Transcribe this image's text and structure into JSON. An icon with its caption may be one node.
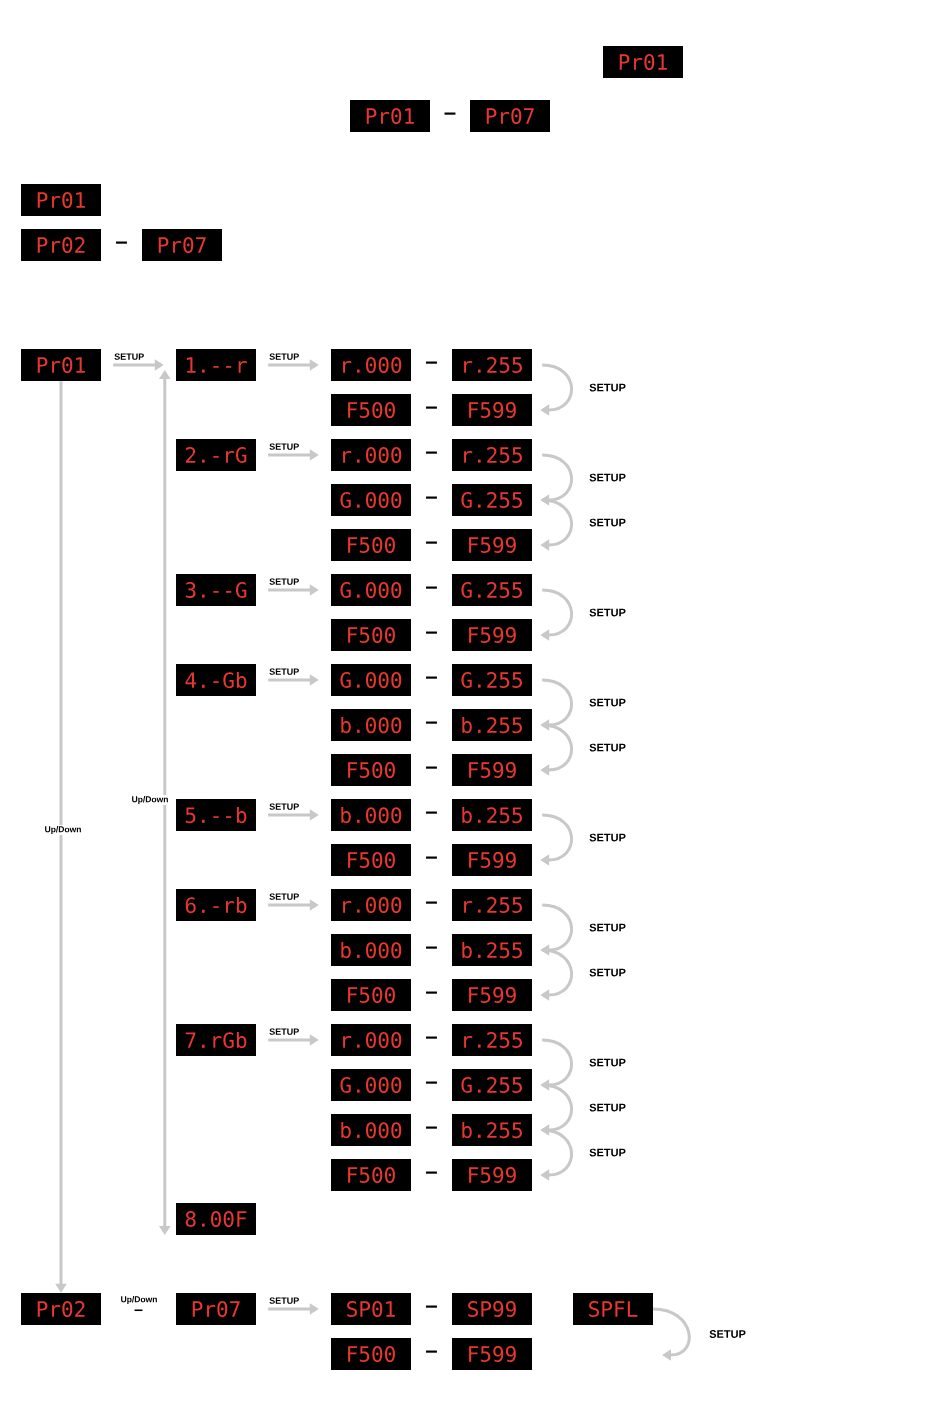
{
  "diagram": {
    "nodes": [
      {
        "text": [
          "Pr01"
        ]
      },
      {
        "text": [
          "Pr01"
        ]
      },
      {
        "text": [
          "Pr07"
        ]
      },
      {
        "text": [
          "Pr01"
        ]
      },
      {
        "text": [
          "Pr02"
        ]
      },
      {
        "text": [
          "Pr07"
        ]
      },
      {
        "text": [
          "Pr01"
        ]
      },
      {
        "text": [
          "1.--r"
        ]
      },
      {
        "text": [
          "r.000"
        ]
      },
      {
        "text": [
          "r.255"
        ]
      },
      {
        "text": [
          "F500"
        ]
      },
      {
        "text": [
          "F599"
        ]
      },
      {
        "text": [
          "2.-rG"
        ]
      },
      {
        "text": [
          "r.000"
        ]
      },
      {
        "text": [
          "r.255"
        ]
      },
      {
        "text": [
          "G.000"
        ]
      },
      {
        "text": [
          "G.255"
        ]
      },
      {
        "text": [
          "F500"
        ]
      },
      {
        "text": [
          "F599"
        ]
      },
      {
        "text": [
          "3.--G"
        ]
      },
      {
        "text": [
          "G.000"
        ]
      },
      {
        "text": [
          "G.255"
        ]
      },
      {
        "text": [
          "F500"
        ]
      },
      {
        "text": [
          "F599"
        ]
      },
      {
        "text": [
          "4.-Gb"
        ]
      },
      {
        "text": [
          "G.000"
        ]
      },
      {
        "text": [
          "G.255"
        ]
      },
      {
        "text": [
          "b.000"
        ]
      },
      {
        "text": [
          "b.255"
        ]
      },
      {
        "text": [
          "F500"
        ]
      },
      {
        "text": [
          "F599"
        ]
      },
      {
        "text": [
          "5.--b"
        ]
      },
      {
        "text": [
          "b.000"
        ]
      },
      {
        "text": [
          "b.255"
        ]
      },
      {
        "text": [
          "F500"
        ]
      },
      {
        "text": [
          "F599"
        ]
      },
      {
        "text": [
          "6.-rb"
        ]
      },
      {
        "text": [
          "r.000"
        ]
      },
      {
        "text": [
          "r.255"
        ]
      },
      {
        "text": [
          "b.000"
        ]
      },
      {
        "text": [
          "b.255"
        ]
      },
      {
        "text": [
          "F500"
        ]
      },
      {
        "text": [
          "F599"
        ]
      },
      {
        "text": [
          "7.rGb"
        ]
      },
      {
        "text": [
          "r.000"
        ]
      },
      {
        "text": [
          "r.255"
        ]
      },
      {
        "text": [
          "G.000"
        ]
      },
      {
        "text": [
          "G.255"
        ]
      },
      {
        "text": [
          "b.000"
        ]
      },
      {
        "text": [
          "b.255"
        ]
      },
      {
        "text": [
          "F500"
        ]
      },
      {
        "text": [
          "F599"
        ]
      },
      {
        "text": [
          "8.00F"
        ]
      },
      {
        "text": [
          "Pr02"
        ]
      },
      {
        "text": [
          "Pr07"
        ]
      },
      {
        "text": [
          "SP01"
        ]
      },
      {
        "text": [
          "SP99"
        ]
      },
      {
        "text": [
          "SPFL"
        ]
      },
      {
        "text": [
          "F500"
        ]
      },
      {
        "text": [
          "F599"
        ]
      }
    ],
    "edges": [
      {
        "from": 6,
        "to": 7,
        "arrow": "to",
        "label": "SETUP"
      },
      {
        "from": 7,
        "to": 52,
        "arrow": "both",
        "label": "Up/Down"
      },
      {
        "from": 6,
        "to": 53,
        "arrow": "to",
        "label": "Up/Down"
      },
      {
        "from": 7,
        "to": 8,
        "arrow": "to",
        "label": "SETUP"
      },
      {
        "from": 9,
        "to": 11,
        "arrow": "to",
        "label": "SETUP"
      },
      {
        "from": 12,
        "to": 13,
        "arrow": "to",
        "label": "SETUP"
      },
      {
        "from": 14,
        "to": 16,
        "arrow": "to",
        "label": "SETUP"
      },
      {
        "from": 16,
        "to": 18,
        "arrow": "to",
        "label": "SETUP"
      },
      {
        "from": 19,
        "to": 20,
        "arrow": "to",
        "label": "SETUP"
      },
      {
        "from": 21,
        "to": 23,
        "arrow": "to",
        "label": "SETUP"
      },
      {
        "from": 24,
        "to": 25,
        "arrow": "to",
        "label": "SETUP"
      },
      {
        "from": 26,
        "to": 28,
        "arrow": "to",
        "label": "SETUP"
      },
      {
        "from": 28,
        "to": 30,
        "arrow": "to",
        "label": "SETUP"
      },
      {
        "from": 31,
        "to": 32,
        "arrow": "to",
        "label": "SETUP"
      },
      {
        "from": 33,
        "to": 35,
        "arrow": "to",
        "label": "SETUP"
      },
      {
        "from": 36,
        "to": 37,
        "arrow": "to",
        "label": "SETUP"
      },
      {
        "from": 38,
        "to": 40,
        "arrow": "to",
        "label": "SETUP"
      },
      {
        "from": 40,
        "to": 42,
        "arrow": "to",
        "label": "SETUP"
      },
      {
        "from": 43,
        "to": 44,
        "arrow": "to",
        "label": "SETUP"
      },
      {
        "from": 45,
        "to": 47,
        "arrow": "to",
        "label": "SETUP"
      },
      {
        "from": 47,
        "to": 49,
        "arrow": "to",
        "label": "SETUP"
      },
      {
        "from": 49,
        "to": 51,
        "arrow": "to",
        "label": "SETUP"
      },
      {
        "from": 54,
        "to": 55,
        "arrow": "to",
        "label": "SETUP"
      },
      {
        "from": 57,
        "to": null,
        "arrow": "to",
        "label": "SETUP"
      }
    ],
    "labels": [
      "–",
      "–",
      "–",
      "–",
      "–",
      "–",
      "–",
      "–",
      "–",
      "–",
      "–",
      "–",
      "–",
      "–",
      "–",
      "–",
      "–",
      "–",
      "–",
      "–",
      "–",
      "Up/Down",
      "–",
      "–",
      "–"
    ]
  }
}
